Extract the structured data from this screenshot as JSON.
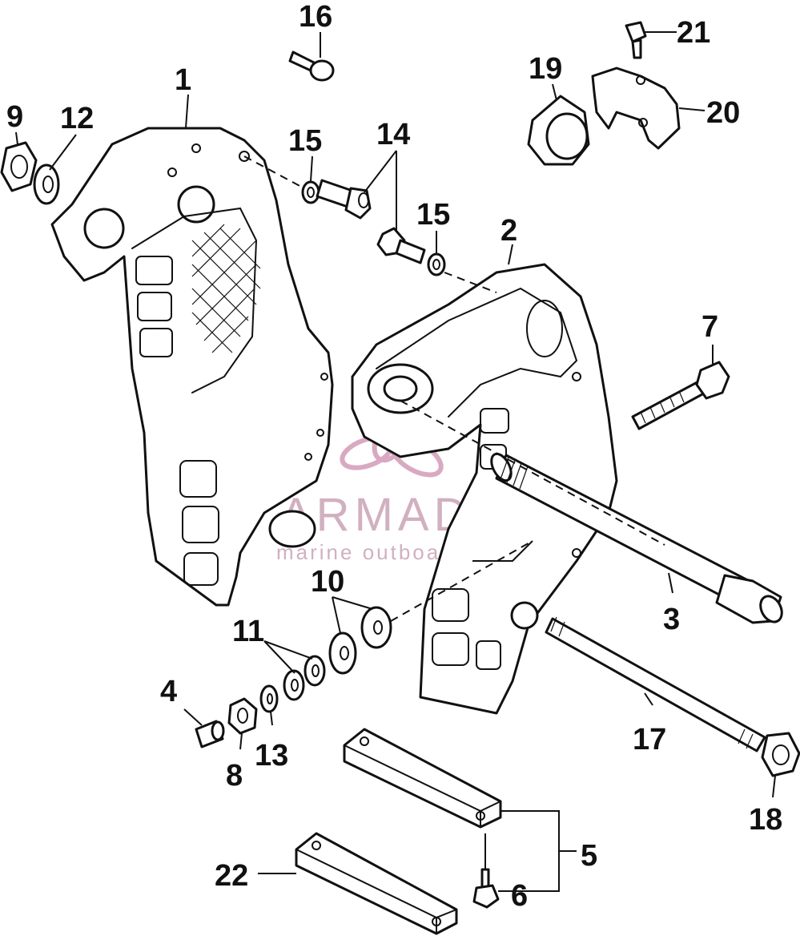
{
  "diagram": {
    "callouts": [
      {
        "id": "1",
        "text": "1"
      },
      {
        "id": "2",
        "text": "2"
      },
      {
        "id": "3",
        "text": "3"
      },
      {
        "id": "4",
        "text": "4"
      },
      {
        "id": "5",
        "text": "5"
      },
      {
        "id": "6",
        "text": "6"
      },
      {
        "id": "7",
        "text": "7"
      },
      {
        "id": "8",
        "text": "8"
      },
      {
        "id": "9",
        "text": "9"
      },
      {
        "id": "10",
        "text": "10"
      },
      {
        "id": "11",
        "text": "11"
      },
      {
        "id": "12",
        "text": "12"
      },
      {
        "id": "13",
        "text": "13"
      },
      {
        "id": "14",
        "text": "14"
      },
      {
        "id": "15a",
        "text": "15"
      },
      {
        "id": "15b",
        "text": "15"
      },
      {
        "id": "16",
        "text": "16"
      },
      {
        "id": "17",
        "text": "17"
      },
      {
        "id": "18",
        "text": "18"
      },
      {
        "id": "19",
        "text": "19"
      },
      {
        "id": "20",
        "text": "20"
      },
      {
        "id": "21",
        "text": "21"
      },
      {
        "id": "22",
        "text": "22"
      }
    ],
    "watermark": {
      "name": "ARMADA",
      "tagline": "marine outboards",
      "color": "#c9a3b6"
    },
    "line_color": "#111111"
  }
}
